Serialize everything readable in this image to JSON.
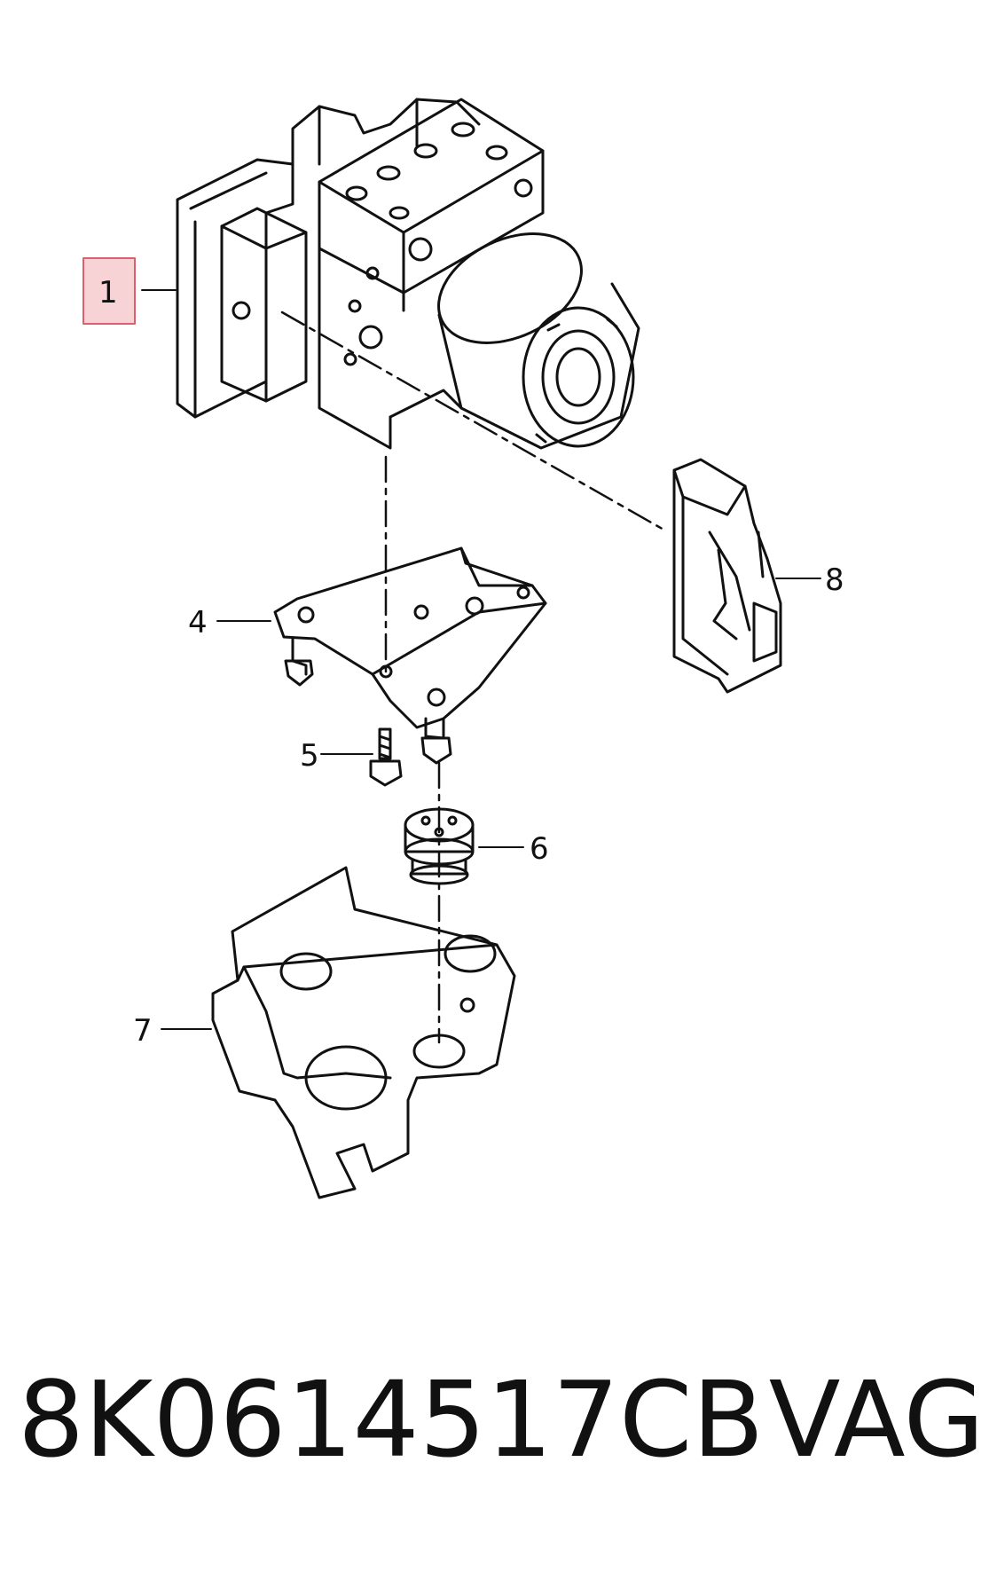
{
  "callouts": {
    "c1": "1",
    "c4": "4",
    "c5": "5",
    "c6": "6",
    "c7": "7",
    "c8": "8"
  },
  "footer": {
    "part_number": "8K0614517CB",
    "brand": "VAG"
  },
  "colors": {
    "line": "#111111",
    "highlight_fill": "#f7d3d6",
    "highlight_stroke": "#d9606c"
  }
}
